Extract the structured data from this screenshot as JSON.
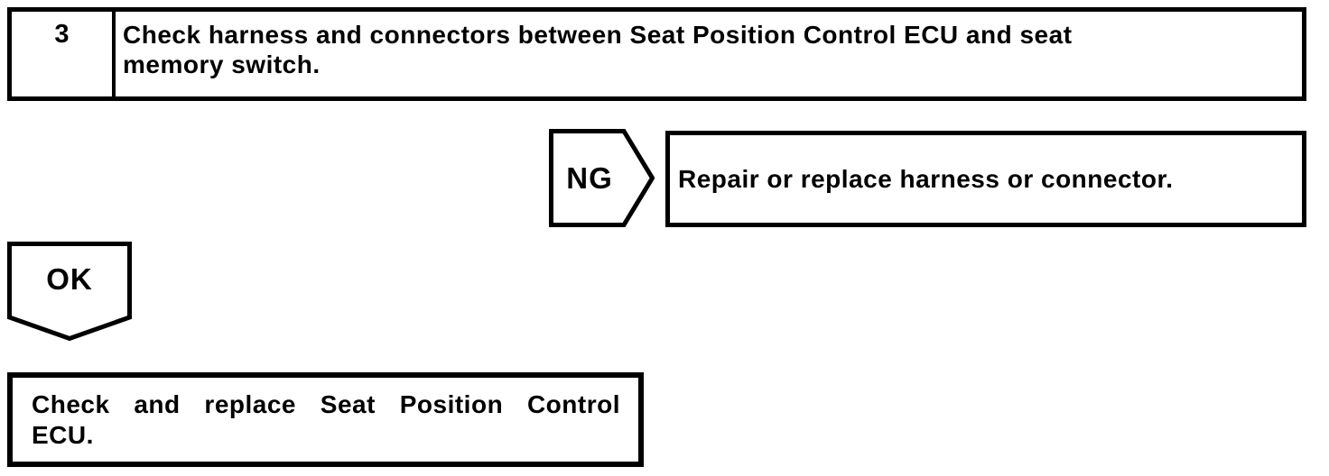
{
  "page": {
    "paper_color": "#ffffff",
    "ink_color": "#000000"
  },
  "flowchart": {
    "step_box": {
      "number": "3",
      "instruction_lines": [
        "Check harness and connectors between Seat Position Control ECU and seat",
        "memory switch."
      ]
    },
    "ng_branch": {
      "connector_label": "NG",
      "action_text": "Repair or replace harness or connector."
    },
    "ok_branch": {
      "connector_label": "OK"
    },
    "result_box": {
      "lines": [
        "Check and replace Seat Position Control",
        "ECU."
      ]
    }
  }
}
